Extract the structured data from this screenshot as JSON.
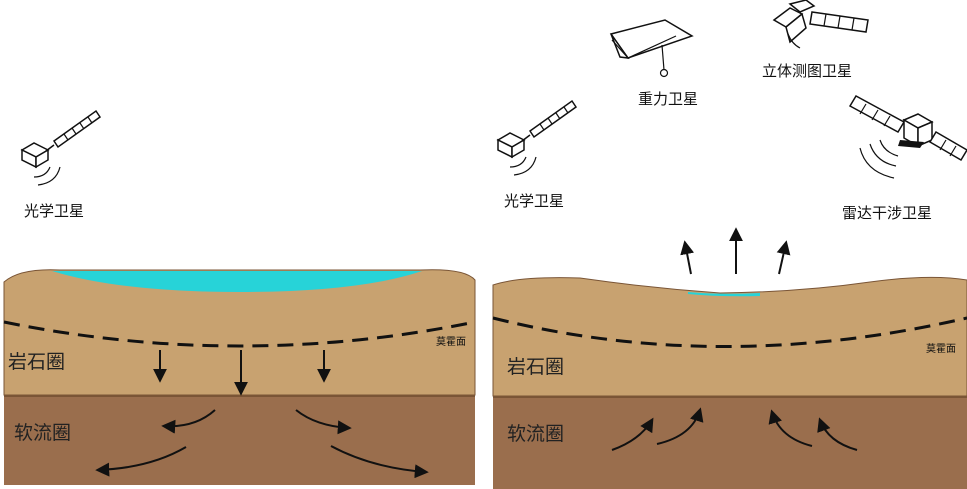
{
  "left_panel": {
    "satellites": [
      {
        "id": "optical",
        "label": "光学卫星",
        "icon": "optical-satellite-icon"
      }
    ],
    "layers": {
      "lithosphere": "岩石圈",
      "asthenosphere": "软流圈",
      "moho": "莫霍面"
    },
    "motion": "down"
  },
  "right_panel": {
    "satellites": [
      {
        "id": "optical",
        "label": "光学卫星",
        "icon": "optical-satellite-icon"
      },
      {
        "id": "gravity",
        "label": "重力卫星",
        "icon": "gravity-satellite-icon"
      },
      {
        "id": "stereo",
        "label": "立体测图卫星",
        "icon": "stereo-mapping-satellite-icon"
      },
      {
        "id": "radar",
        "label": "雷达干涉卫星",
        "icon": "radar-interferometry-satellite-icon"
      }
    ],
    "layers": {
      "lithosphere": "岩石圈",
      "asthenosphere": "软流圈",
      "moho": "莫霍面"
    },
    "motion": "up"
  },
  "colors": {
    "crust": "#C8A270",
    "asthenosphere": "#9A6E4D",
    "water": "#27D3D8",
    "outline": "#111111"
  }
}
